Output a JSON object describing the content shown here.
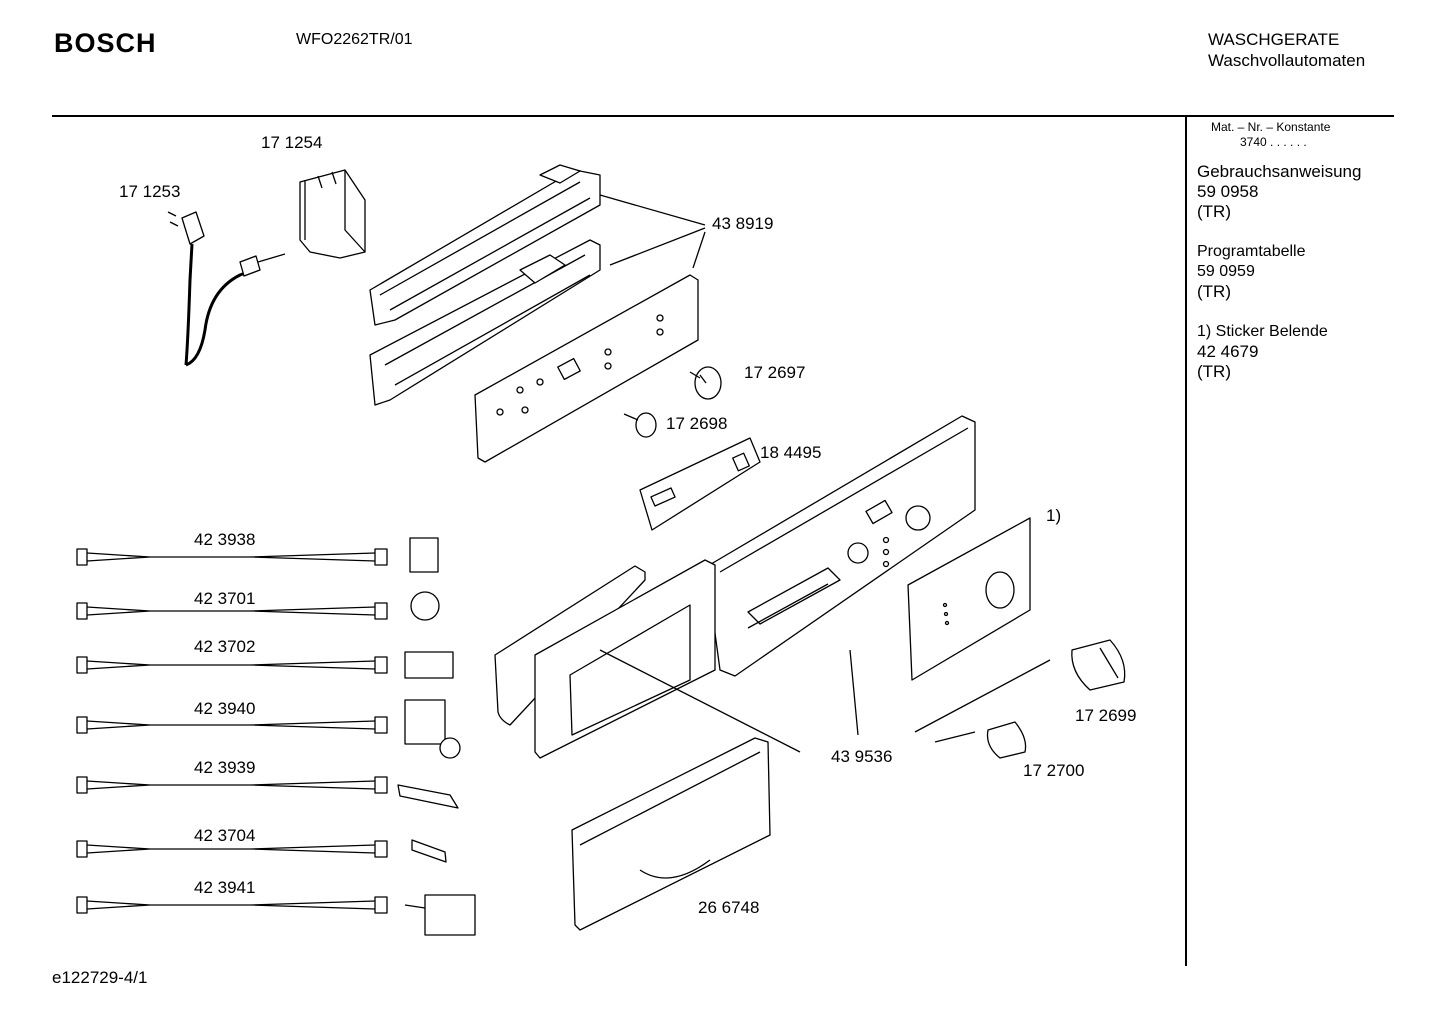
{
  "header": {
    "brand": "BOSCH",
    "model": "WFO2262TR/01",
    "category_line1": "WASCHGERATE",
    "category_line2": "Waschvollautomaten"
  },
  "sidebar": {
    "mat_label": "Mat. – Nr. – Konstante",
    "mat_value": "3740 . . . . . .",
    "docs": [
      {
        "title": "Gebrauchsanweisung",
        "number": "59 0958",
        "note": "(TR)"
      },
      {
        "title": "Programtabelle",
        "number": "59 0959",
        "note": "(TR)"
      },
      {
        "title": "1) Sticker Belende",
        "number": "42 4679",
        "note": "(TR)"
      }
    ]
  },
  "parts": {
    "p171254": "17 1254",
    "p171253": "17 1253",
    "p438919": "43 8919",
    "p172697": "17 2697",
    "p172698": "17 2698",
    "p184495": "18 4495",
    "sticker": "1)",
    "p439536": "43 9536",
    "p172699": "17 2699",
    "p172700": "17 2700",
    "p266748": "26 6748"
  },
  "harnesses": [
    "42 3938",
    "42 3701",
    "42 3702",
    "42 3940",
    "42 3939",
    "42 3704",
    "42 3941"
  ],
  "footer": {
    "drawing_id": "e122729-4/1"
  }
}
